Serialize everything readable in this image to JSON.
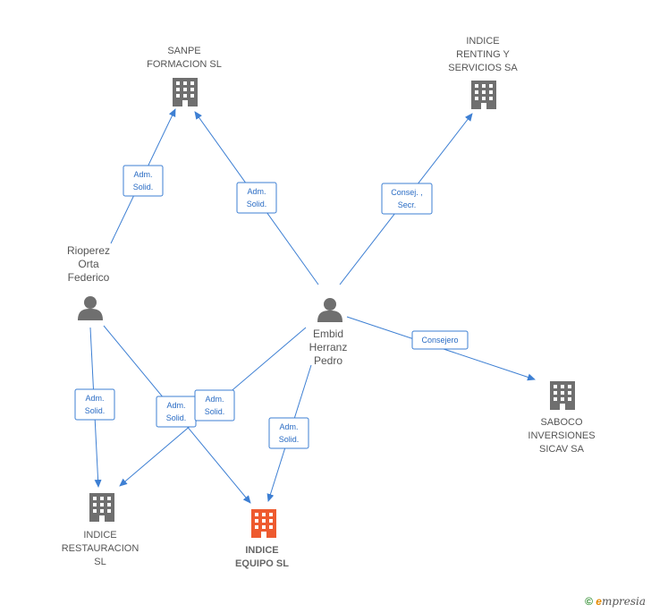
{
  "companies": {
    "sanpe": [
      "SANPE",
      "FORMACION SL"
    ],
    "indice_renting": [
      "INDICE",
      "RENTING Y",
      "SERVICIOS SA"
    ],
    "saboco": [
      "SABOCO",
      "INVERSIONES",
      "SICAV SA"
    ],
    "indice_restauracion": [
      "INDICE",
      "RESTAURACION",
      "SL"
    ],
    "indice_equipo": [
      "INDICE",
      "EQUIPO SL"
    ]
  },
  "persons": {
    "rioperez": [
      "Rioperez",
      "Orta",
      "Federico"
    ],
    "embid": [
      "Embid",
      "Herranz",
      "Pedro"
    ]
  },
  "edge_labels": {
    "rio_sanpe": [
      "Adm.",
      "Solid."
    ],
    "embid_sanpe": [
      "Adm.",
      "Solid."
    ],
    "embid_renting": [
      "Consej. ,",
      "Secr."
    ],
    "embid_saboco": [
      "Consejero"
    ],
    "rio_restauracion": [
      "Adm.",
      "Solid."
    ],
    "rio_equipo": [
      "Adm.",
      "Solid."
    ],
    "embid_restauracion": [
      "Adm.",
      "Solid."
    ],
    "embid_equipo": [
      "Adm.",
      "Solid."
    ]
  },
  "colors": {
    "edge": "#3d7fd3",
    "building": "#6f6f6f",
    "building_main": "#ee5a2f",
    "person": "#6f6f6f"
  },
  "footer": {
    "copyright_symbol": "©",
    "brand_initial": "e",
    "brand_rest": "mpresia"
  }
}
